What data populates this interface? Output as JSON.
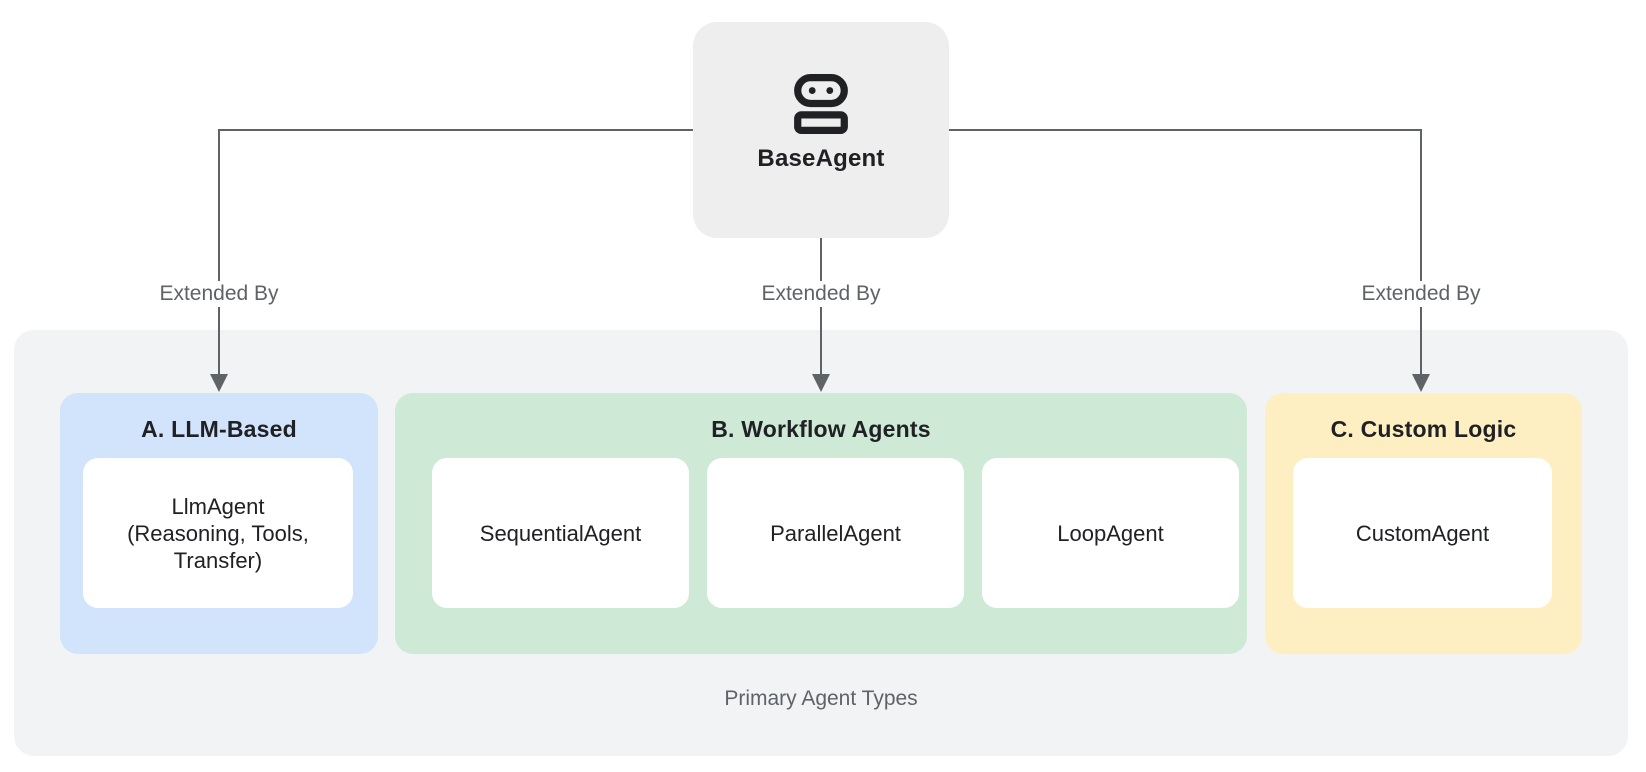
{
  "root": {
    "label": "BaseAgent",
    "icon": "robot-icon"
  },
  "edges": [
    {
      "label": "Extended By",
      "target": "A. LLM-Based"
    },
    {
      "label": "Extended By",
      "target": "B. Workflow Agents"
    },
    {
      "label": "Extended By",
      "target": "C. Custom Logic"
    }
  ],
  "group": {
    "caption": "Primary Agent Types",
    "sections": [
      {
        "title": "A. LLM-Based",
        "color": "#d2e3fc",
        "cards": [
          {
            "lines": [
              "LlmAgent",
              "(Reasoning, Tools,",
              "Transfer)"
            ]
          }
        ]
      },
      {
        "title": "B. Workflow Agents",
        "color": "#ceead6",
        "cards": [
          {
            "lines": [
              "SequentialAgent"
            ]
          },
          {
            "lines": [
              "ParallelAgent"
            ]
          },
          {
            "lines": [
              "LoopAgent"
            ]
          }
        ]
      },
      {
        "title": "C. Custom Logic",
        "color": "#feefc3",
        "cards": [
          {
            "lines": [
              "CustomAgent"
            ]
          }
        ]
      }
    ]
  },
  "colors": {
    "canvas_bg": "#ffffff",
    "node_bg": "#eeeeee",
    "group_bg": "#f1f3f4",
    "section_blue": "#d2e3fc",
    "section_green": "#ceead6",
    "section_yellow": "#feefc3",
    "card_bg": "#ffffff",
    "arrow": "#5f6368",
    "text_dark": "#202124",
    "text_gray": "#5f6368"
  }
}
